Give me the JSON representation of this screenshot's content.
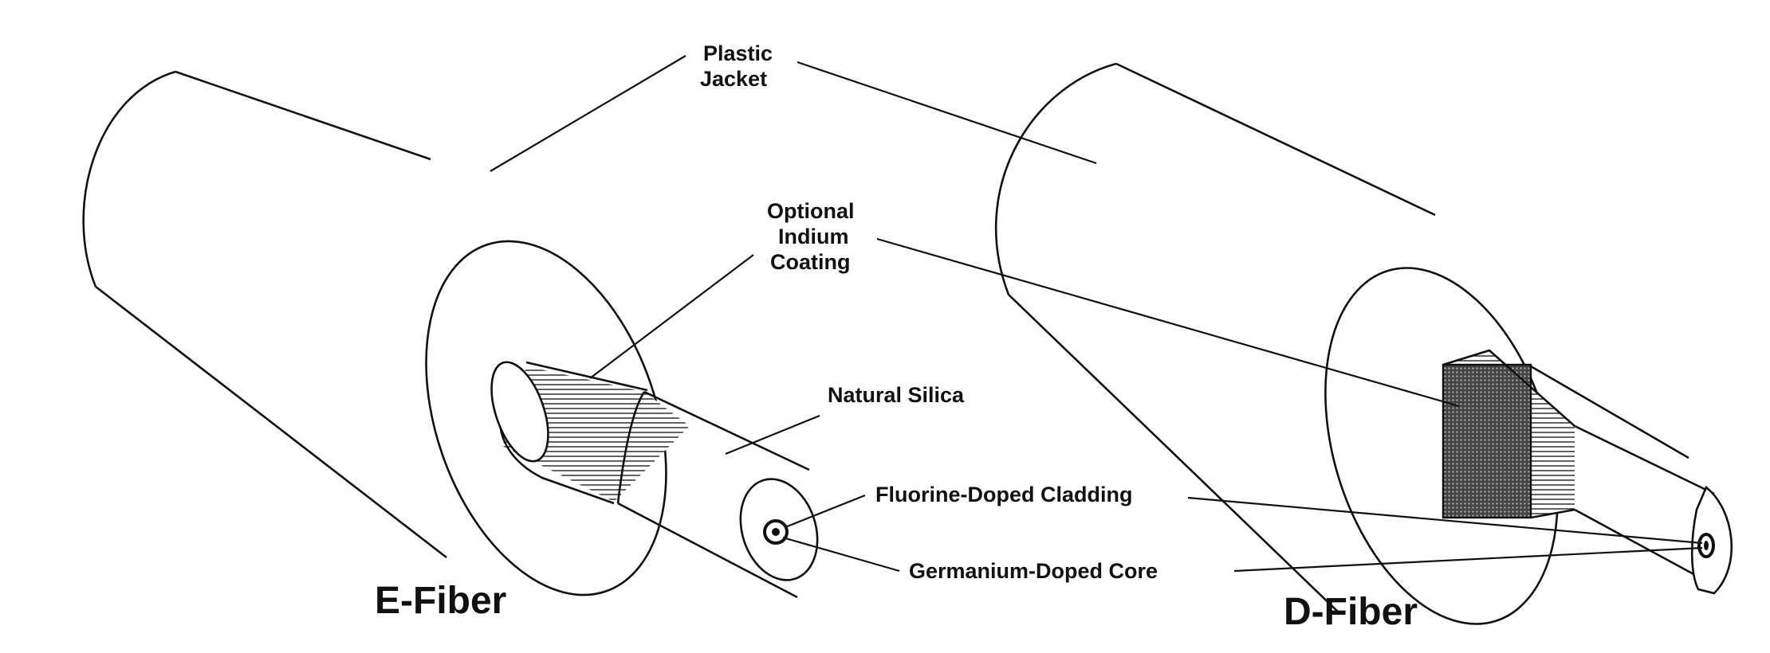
{
  "labels": {
    "plastic_jacket_1": "Plastic",
    "plastic_jacket_2": "Jacket",
    "indium_1": "Optional",
    "indium_2": "Indium",
    "indium_3": "Coating",
    "natural_silica": "Natural Silica",
    "fluorine_cladding": "Fluorine-Doped Cladding",
    "germanium_core": "Germanium-Doped Core"
  },
  "titles": {
    "e_fiber": "E-Fiber",
    "d_fiber": "D-Fiber"
  },
  "colors": {
    "ink": "#111111",
    "paper": "#ffffff",
    "indium_fill": "#555555"
  }
}
